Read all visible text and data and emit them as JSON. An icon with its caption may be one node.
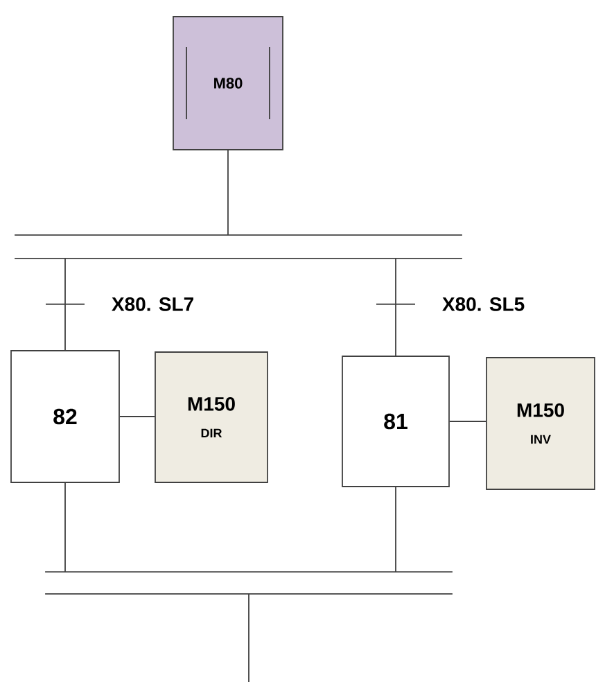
{
  "diagram": {
    "nodes": [
      {
        "text": [
          "M80"
        ]
      },
      {
        "text": [],
        "shape": "bar"
      },
      {
        "text": [
          "82"
        ]
      },
      {
        "text": [
          "M150",
          "DIR"
        ]
      },
      {
        "text": [
          "81"
        ]
      },
      {
        "text": [
          "M150",
          "INV"
        ]
      },
      {
        "text": [],
        "shape": "bar"
      }
    ],
    "edges": [
      {
        "from": 0,
        "to": 1,
        "arrow": "none"
      },
      {
        "from": 1,
        "to": 2,
        "arrow": "none",
        "label": "X80. SL7"
      },
      {
        "from": 1,
        "to": 4,
        "arrow": "none",
        "label": "X80. SL5"
      },
      {
        "from": 2,
        "to": 3,
        "arrow": "none"
      },
      {
        "from": 4,
        "to": 5,
        "arrow": "none"
      },
      {
        "from": 2,
        "to": 6,
        "arrow": "none"
      },
      {
        "from": 4,
        "to": 6,
        "arrow": "none"
      },
      {
        "from": 6,
        "to": null,
        "arrow": "none"
      }
    ]
  }
}
